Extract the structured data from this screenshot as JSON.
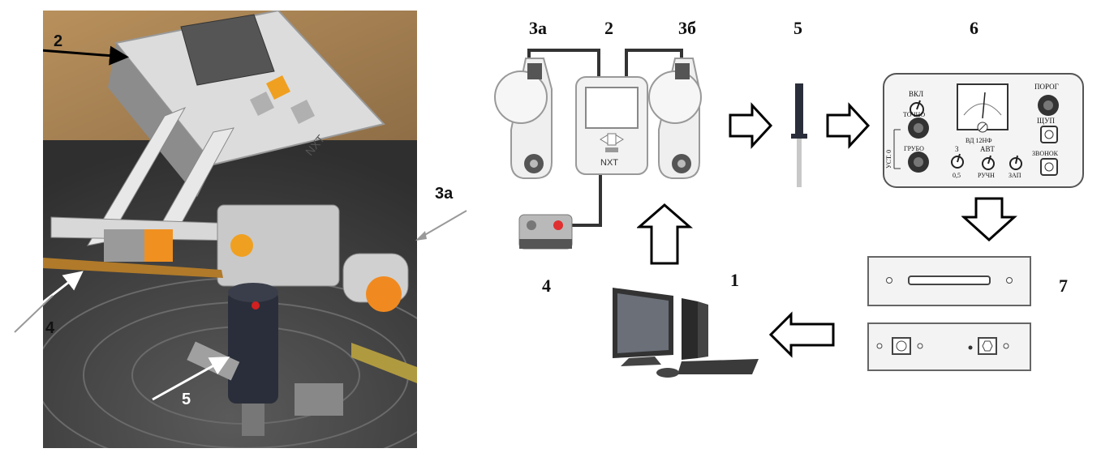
{
  "photo": {
    "label_nxt_brick": "2",
    "label_motor": "3а",
    "label_sensor": "4",
    "label_probe": "5",
    "nxt_text": "NXT"
  },
  "schematic": {
    "labels": {
      "motor_a": "3а",
      "nxt": "2",
      "motor_b": "3б",
      "probe": "5",
      "detector": "6",
      "light_sensor": "4",
      "computer": "1",
      "interface": "7"
    },
    "nxt_text": "NXT",
    "detector_panel": {
      "on": "ВКЛ",
      "fine": "ТОЧНО",
      "coarse": "ГРУБО",
      "zero_set": "УСТ. 0",
      "threshold": "ПОРОГ",
      "probe_jack": "ЩУП",
      "bell": "ЗВОНОК",
      "model": "ВД 12НФ",
      "auto": "АВТ",
      "manual": "РУЧН",
      "store": "ЗАП",
      "range_3": "3",
      "range_05": "0,5"
    }
  },
  "colors": {
    "text": "#111111",
    "photo_arrow_white": "#ffffff",
    "photo_arrow_gray": "#999999"
  }
}
